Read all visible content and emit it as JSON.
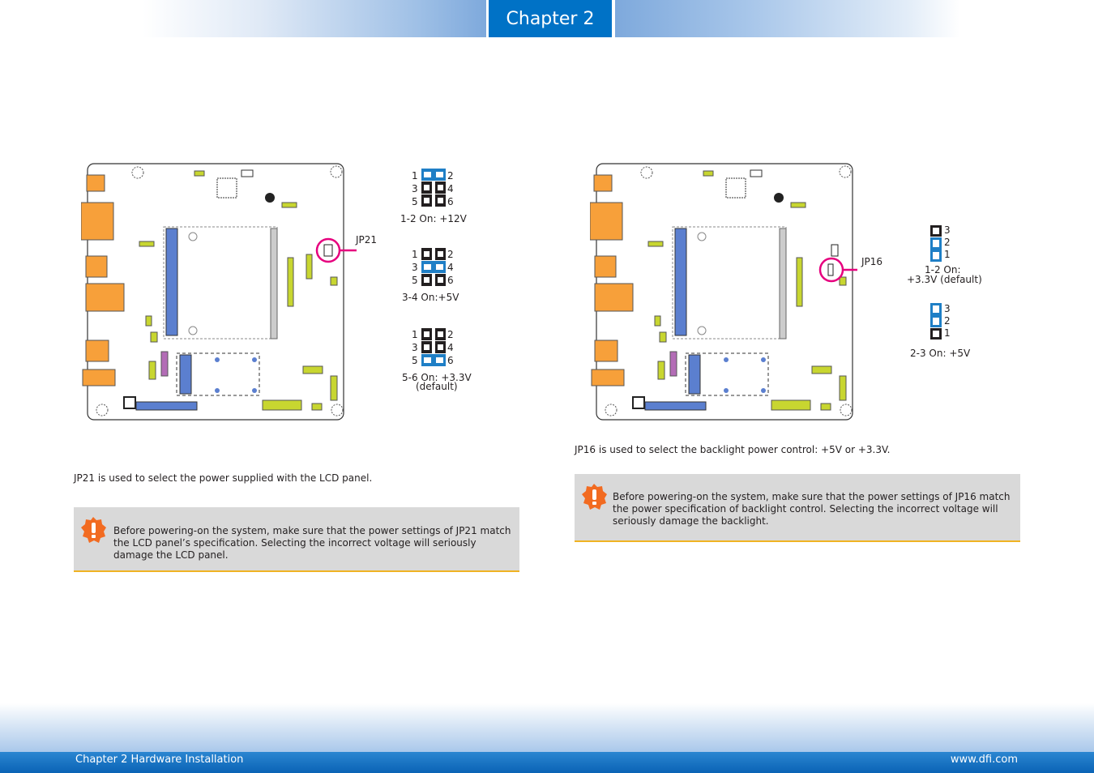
{
  "header": {
    "chapter_tab": "Chapter 2"
  },
  "left": {
    "jumper_label": "JP21",
    "settings": [
      {
        "pins_left": [
          "1",
          "3",
          "5"
        ],
        "pins_right": [
          "2",
          "4",
          "6"
        ],
        "label": "1-2 On: +12V",
        "note": ""
      },
      {
        "pins_left": [
          "1",
          "3",
          "5"
        ],
        "pins_right": [
          "2",
          "4",
          "6"
        ],
        "label": "3-4 On:+5V",
        "note": ""
      },
      {
        "pins_left": [
          "1",
          "3",
          "5"
        ],
        "pins_right": [
          "2",
          "4",
          "6"
        ],
        "label": "5-6 On: +3.3V",
        "note": "(default)"
      }
    ],
    "description": "JP21 is used to select the power supplied with the LCD panel.",
    "caution": "Before powering-on the system, make sure that the power settings of JP21 match the LCD panel’s specification. Selecting the incorrect voltage will seriously damage the LCD panel."
  },
  "right": {
    "jumper_label": "JP16",
    "settings": [
      {
        "pins": [
          "3",
          "2",
          "1"
        ],
        "label": "1-2 On:",
        "note": "+3.3V (default)"
      },
      {
        "pins": [
          "3",
          "2",
          "1"
        ],
        "label": "2-3 On: +5V",
        "note": ""
      }
    ],
    "description": "JP16 is used to select the backlight power control: +5V or +3.3V.",
    "caution": "Before powering-on the system, make sure that the power settings of JP16 match the power specification of backlight control. Selecting the incorrect voltage will seriously damage the backlight."
  },
  "footer": {
    "left": "Chapter 2 Hardware Installation",
    "right": "www.dfi.com"
  },
  "colors": {
    "accent_blue": "#0072c6",
    "jumper_on": "#1f7fc6",
    "jumper_off": "#231f20",
    "highlight": "#e6007e",
    "caution_bg": "#d9d9d9",
    "caution_rule": "#f0b323"
  },
  "icons": [
    "caution-icon",
    "board-diagram"
  ]
}
